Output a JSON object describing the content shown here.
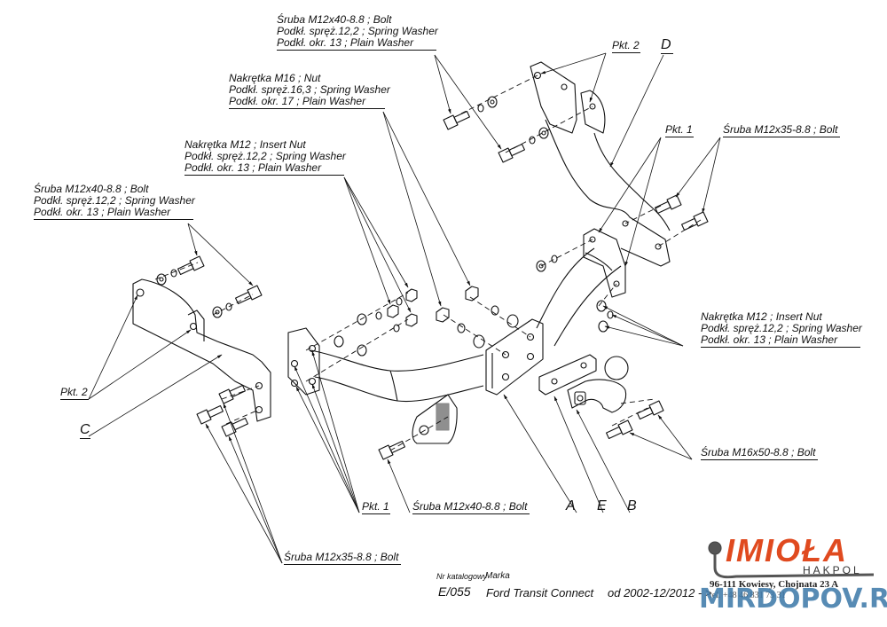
{
  "callouts": {
    "top_bolt_group": {
      "line1": "Śruba M12x40-8.8 ;  Bolt",
      "line2": "Podkł. spręż.12,2 ; Spring Washer",
      "line3": "Podkł. okr. 13 ; Plain Washer"
    },
    "nut_m16_group": {
      "line1": "Nakrętka  M16 ; Nut",
      "line2": "Podkł. spręż.16,3 ; Spring Washer",
      "line3": "Podkł. okr. 17 ; Plain Washer"
    },
    "insert_nut_left_group": {
      "line1": "Nakrętka  M12 ; Insert Nut",
      "line2": "Podkł. spręż.12,2 ; Spring Washer",
      "line3": "Podkł. okr. 13 ; Plain Washer"
    },
    "left_bolt_group": {
      "line1": "Śruba M12x40-8.8 ;  Bolt",
      "line2": "Podkł. spręż.12,2 ; Spring Washer",
      "line3": "Podkł. okr. 13 ; Plain Washer"
    },
    "insert_nut_right_group": {
      "line1": "Nakrętka  M12 ; Insert Nut",
      "line2": "Podkł. spręż.12,2 ; Spring Washer",
      "line3": "Podkł. okr. 13 ; Plain Washer"
    },
    "pkt2_top": "Pkt. 2",
    "letter_d": "D",
    "pkt1_right": "Pkt. 1",
    "bolt_m12x35_right": "Śruba M12x35-8.8 ;  Bolt",
    "pkt2_left": "Pkt. 2",
    "letter_c": "C",
    "bolt_m16x50": "Śruba M16x50-8.8 ;  Bolt",
    "pkt1_bottom": "Pkt. 1",
    "bolt_m12x40_bottom": "Śruba M12x40-8.8 ;  Bolt",
    "letter_a": "A",
    "letter_e": "E",
    "letter_b": "B",
    "bolt_m12x35_bottom": "Śruba M12x35-8.8 ;  Bolt"
  },
  "title_block": {
    "catalog_label": "Nr katalogowy",
    "brand_label": "Marka",
    "catalog_number": "E/055",
    "vehicle": "Ford Transit Connect",
    "years": "od 2002-12/2012 - >"
  },
  "logo": {
    "brand": "IMIOŁA",
    "sub": "HAKPOL",
    "address": "96-111 Kowiesy, Chojnata 23 A",
    "phone": "tel. +48 46 831 73 31",
    "brand_color": "#e04a1f"
  },
  "watermark": {
    "text": "MIRDOPOV.RU",
    "color": "#3a77a8"
  }
}
